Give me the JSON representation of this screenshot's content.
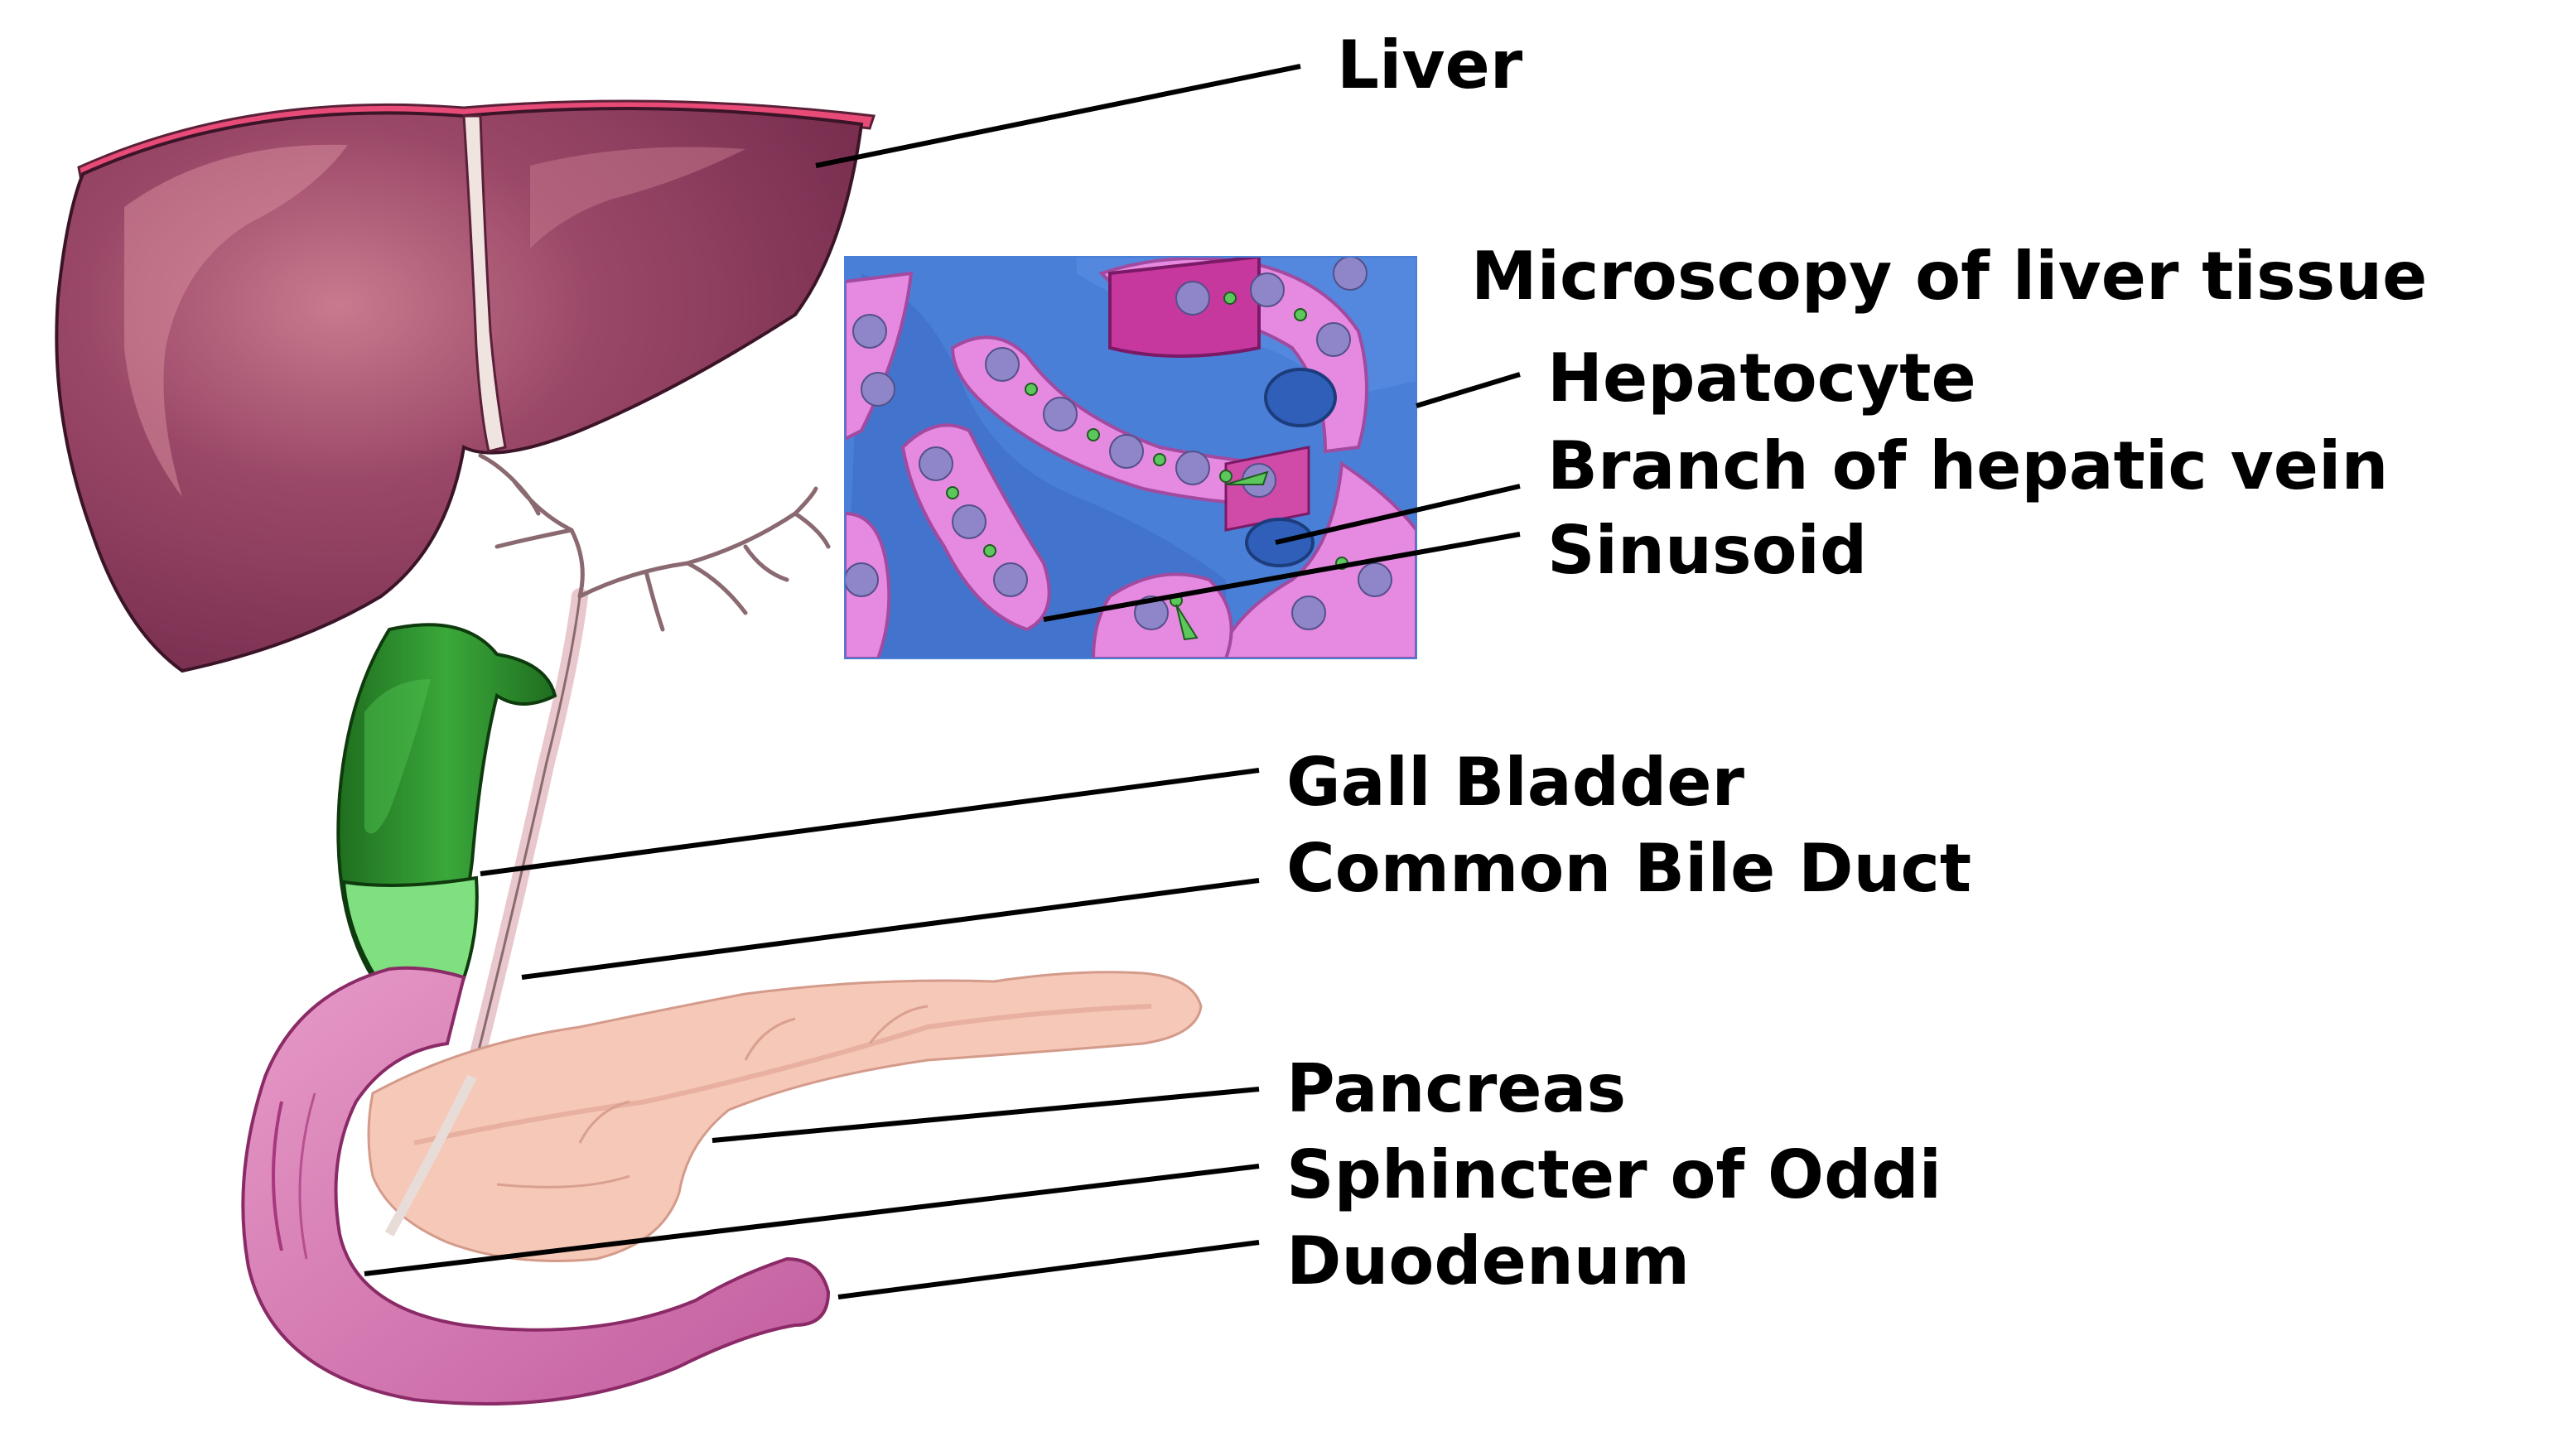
{
  "labels": {
    "liver": "Liver",
    "microscopy_title": "Microscopy of liver tissue",
    "hepatocyte": "Hepatocyte",
    "hepatic_vein_branch": "Branch of hepatic vein",
    "sinusoid": "Sinusoid",
    "gall_bladder": "Gall Bladder",
    "common_bile_duct": "Common Bile Duct",
    "pancreas": "Pancreas",
    "sphincter_of_oddi": "Sphincter of Oddi",
    "duodenum": "Duodenum"
  },
  "colors": {
    "liver": "#8a3a5c",
    "liver_highlight": "#c06a80",
    "gall_bladder": "#2d8a2d",
    "gall_bladder_light": "#7fe07f",
    "bile_duct": "#e8c8cc",
    "pancreas": "#f6c8b8",
    "duodenum": "#d77ab5",
    "sinusoid_blue": "#4a7fd8",
    "hepatocyte_pink": "#e58ae0",
    "nucleus": "#8e86c8"
  }
}
